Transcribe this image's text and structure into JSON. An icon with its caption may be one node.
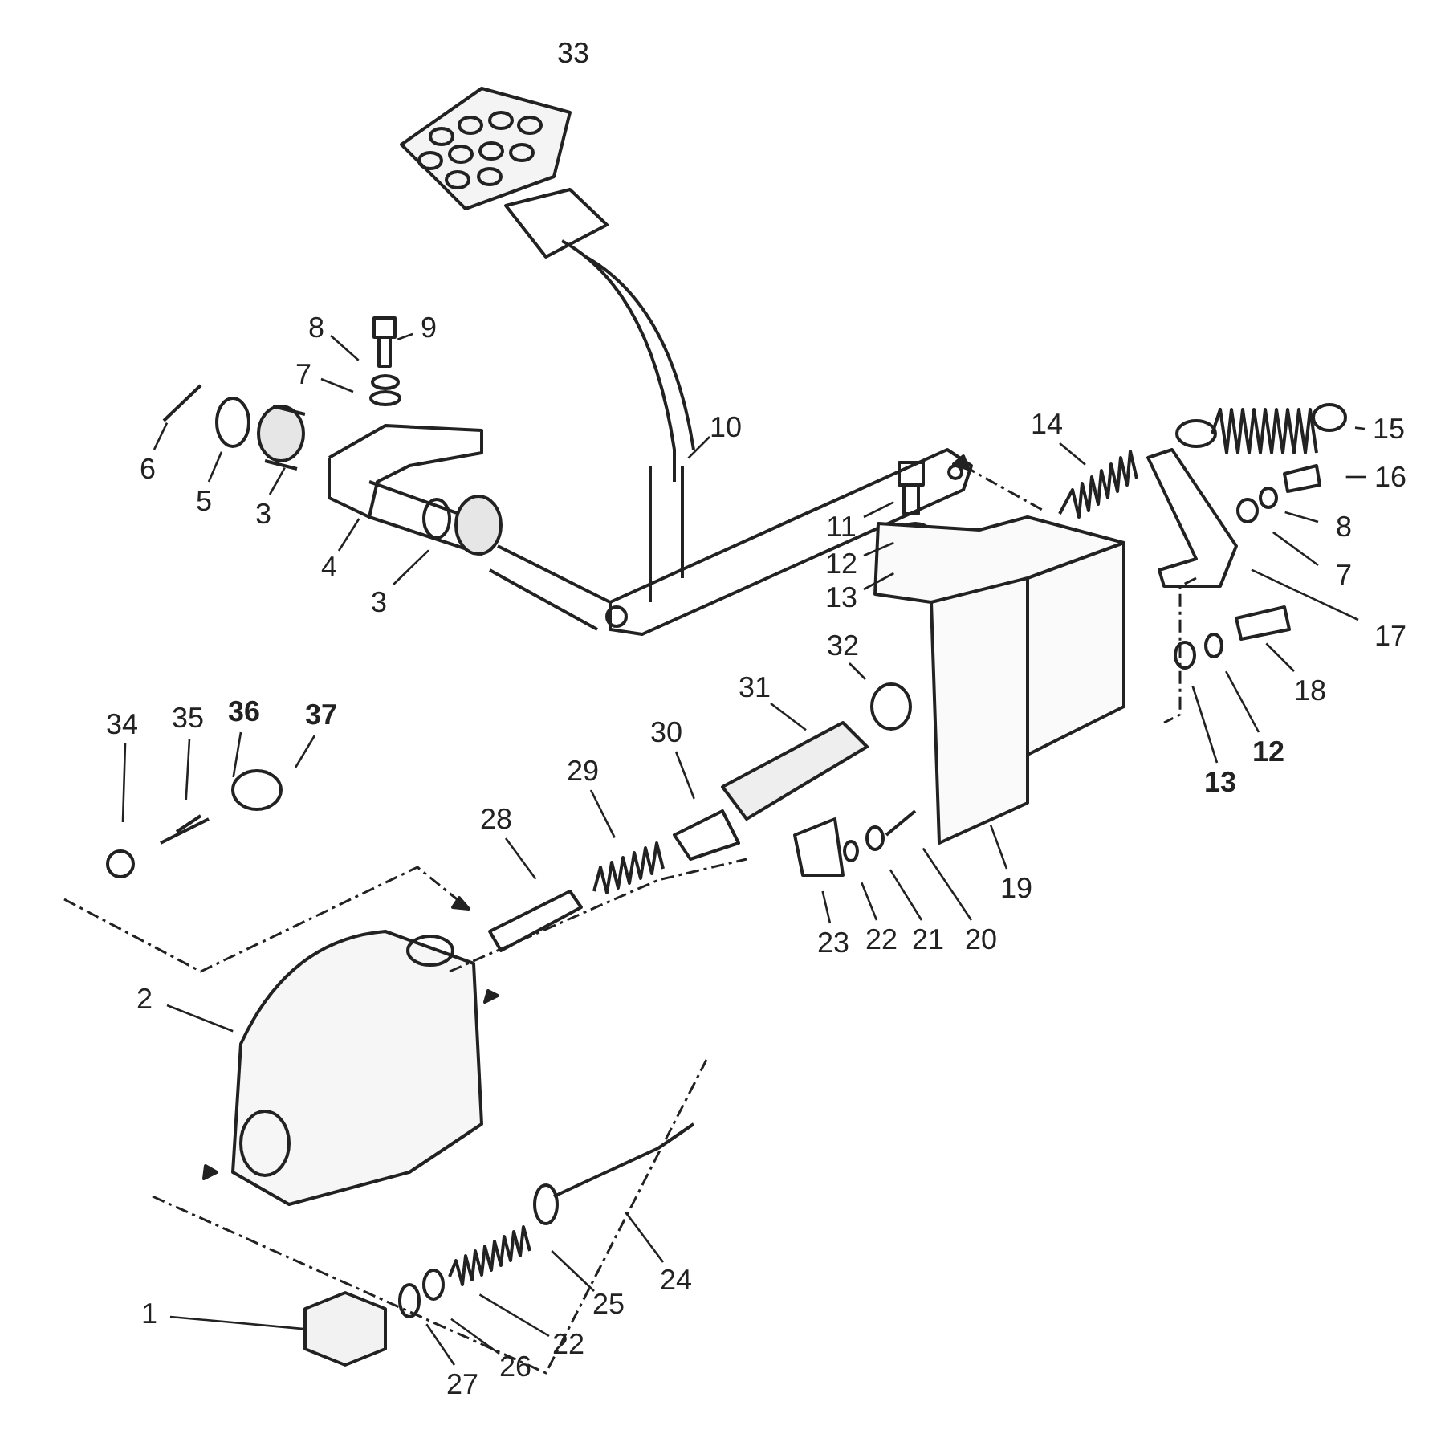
{
  "diagram": {
    "nodes": [
      {
        "text": [
          "9"
        ]
      },
      {
        "text": [
          "8"
        ]
      },
      {
        "text": [
          "7"
        ]
      },
      {
        "text": [
          "10"
        ]
      },
      {
        "text": [
          "14"
        ]
      },
      {
        "text": [
          "15"
        ]
      },
      {
        "text": [
          "6"
        ]
      },
      {
        "text": [
          "16"
        ]
      },
      {
        "text": [
          "5"
        ]
      },
      {
        "text": [
          "3"
        ]
      },
      {
        "text": [
          "8"
        ]
      },
      {
        "text": [
          "11"
        ]
      },
      {
        "text": [
          "4"
        ]
      },
      {
        "text": [
          "12"
        ]
      },
      {
        "text": [
          "7"
        ]
      },
      {
        "text": [
          "13"
        ]
      },
      {
        "text": [
          "3"
        ]
      },
      {
        "text": [
          "17"
        ]
      },
      {
        "text": [
          "32"
        ]
      },
      {
        "text": [
          "18"
        ]
      },
      {
        "text": [
          "31"
        ]
      },
      {
        "text": [
          "34"
        ]
      },
      {
        "text": [
          "35"
        ]
      },
      {
        "text": [
          "36"
        ]
      },
      {
        "text": [
          "37"
        ]
      },
      {
        "text": [
          "30"
        ]
      },
      {
        "text": [
          "12"
        ]
      },
      {
        "text": [
          "13"
        ]
      },
      {
        "text": [
          "29"
        ]
      },
      {
        "text": [
          "28"
        ]
      },
      {
        "text": [
          "19"
        ]
      },
      {
        "text": [
          "23"
        ]
      },
      {
        "text": [
          "22"
        ]
      },
      {
        "text": [
          "21"
        ]
      },
      {
        "text": [
          "20"
        ]
      },
      {
        "text": [
          "2"
        ]
      },
      {
        "text": [
          "24"
        ]
      },
      {
        "text": [
          "25"
        ]
      },
      {
        "text": [
          "1"
        ]
      },
      {
        "text": [
          "22"
        ]
      },
      {
        "text": [
          "26"
        ]
      },
      {
        "text": [
          "27"
        ]
      }
    ],
    "edges": [
      {
        "from": 0,
        "to": null,
        "arrow": "none"
      },
      {
        "from": 1,
        "to": null,
        "arrow": "none"
      },
      {
        "from": 2,
        "to": null,
        "arrow": "none"
      },
      {
        "from": 3,
        "to": null,
        "arrow": "none"
      },
      {
        "from": 4,
        "to": null,
        "arrow": "none"
      },
      {
        "from": 5,
        "to": null,
        "arrow": "none"
      },
      {
        "from": 6,
        "to": null,
        "arrow": "none"
      },
      {
        "from": 7,
        "to": null,
        "arrow": "none"
      },
      {
        "from": 8,
        "to": null,
        "arrow": "none"
      },
      {
        "from": 9,
        "to": null,
        "arrow": "none"
      },
      {
        "from": 10,
        "to": null,
        "arrow": "none"
      },
      {
        "from": 11,
        "to": null,
        "arrow": "none"
      },
      {
        "from": 12,
        "to": null,
        "arrow": "none"
      },
      {
        "from": 13,
        "to": null,
        "arrow": "none"
      },
      {
        "from": 14,
        "to": null,
        "arrow": "none"
      },
      {
        "from": 15,
        "to": null,
        "arrow": "none"
      },
      {
        "from": 16,
        "to": null,
        "arrow": "none"
      },
      {
        "from": 17,
        "to": null,
        "arrow": "none"
      },
      {
        "from": 18,
        "to": null,
        "arrow": "none"
      },
      {
        "from": 19,
        "to": null,
        "arrow": "none"
      },
      {
        "from": 20,
        "to": null,
        "arrow": "none"
      },
      {
        "from": 21,
        "to": null,
        "arrow": "none"
      },
      {
        "from": 22,
        "to": null,
        "arrow": "none"
      },
      {
        "from": 23,
        "to": null,
        "arrow": "none"
      },
      {
        "from": 24,
        "to": null,
        "arrow": "none"
      },
      {
        "from": 25,
        "to": null,
        "arrow": "none"
      },
      {
        "from": 26,
        "to": null,
        "arrow": "none"
      },
      {
        "from": 27,
        "to": null,
        "arrow": "none"
      },
      {
        "from": 28,
        "to": null,
        "arrow": "none"
      },
      {
        "from": 29,
        "to": null,
        "arrow": "none"
      },
      {
        "from": 30,
        "to": null,
        "arrow": "none"
      },
      {
        "from": 31,
        "to": null,
        "arrow": "none"
      },
      {
        "from": 32,
        "to": null,
        "arrow": "none"
      },
      {
        "from": 33,
        "to": null,
        "arrow": "none"
      },
      {
        "from": 34,
        "to": null,
        "arrow": "none"
      },
      {
        "from": 35,
        "to": null,
        "arrow": "none"
      },
      {
        "from": 36,
        "to": null,
        "arrow": "none"
      },
      {
        "from": 37,
        "to": null,
        "arrow": "none"
      },
      {
        "from": 38,
        "to": null,
        "arrow": "none"
      },
      {
        "from": 39,
        "to": null,
        "arrow": "none"
      },
      {
        "from": 40,
        "to": null,
        "arrow": "none"
      },
      {
        "from": 41,
        "to": null,
        "arrow": "none"
      }
    ],
    "labels": [
      "33"
    ]
  }
}
